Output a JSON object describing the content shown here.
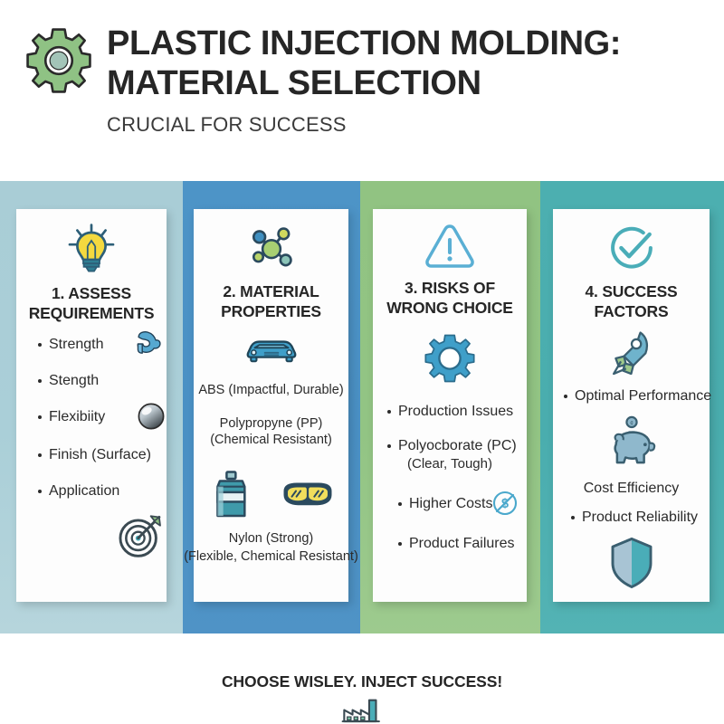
{
  "header": {
    "gear_icon": "gear-icon",
    "title_line1": "PLASTIC INJECTION MOLDING:",
    "title_line2": "MATERIAL SELECTION",
    "subtitle": "CRUCIAL FOR SUCCESS"
  },
  "colors": {
    "band1": "#a9cdd6",
    "band2": "#4d94c7",
    "band3": "#91c382",
    "band4": "#4cafb0",
    "card": "#fdfdfd",
    "text": "#262626",
    "accent_teal": "#4cafb0",
    "accent_blue": "#4d94c7",
    "accent_green": "#91c382",
    "accent_yellow": "#f2d84b"
  },
  "columns": [
    {
      "number": "1.",
      "heading_line1": "1. ASSESS",
      "heading_line2": "REQUIREMENTS",
      "top_icon": "lightbulb-icon",
      "items": [
        {
          "label": "Strength",
          "icon": "flexed-bicep-icon"
        },
        {
          "label": "Stength",
          "icon": null
        },
        {
          "label": "Flexibiity",
          "icon": "polished-sphere-icon"
        },
        {
          "label": "Finish (Surface)",
          "icon": null
        },
        {
          "label": "Application",
          "icon": null
        }
      ],
      "bottom_icon": "target-arrow-icon"
    },
    {
      "number": "2.",
      "heading_line1": "2. MATERIAL",
      "heading_line2": "PROPERTIES",
      "top_icon": "molecule-icon",
      "mid_icon": "car-icon",
      "texts": [
        "ABS (Impactful, Durable)",
        "Polypropyne (PP)",
        "(Chemical Resistant)"
      ],
      "lower_icons": [
        "chemical-bottle-icon",
        "safety-goggles-icon"
      ],
      "bottom_texts": [
        "Nylon (Strong)",
        "(Flexible, Chemical Resistant)"
      ]
    },
    {
      "number": "3.",
      "heading_line1": "3. RISKS OF",
      "heading_line2": "WRONG CHOICE",
      "top_icon": "warning-triangle-icon",
      "mid_icon": "gear-icon",
      "items": [
        {
          "label": "Production Issues",
          "icon": null
        },
        {
          "label": "Polyocborate (PC)",
          "icon": null
        },
        {
          "label": "(Clear, Tough)",
          "icon": null,
          "no_bullet": true
        },
        {
          "label": "Higher Costs",
          "icon": "no-money-icon"
        },
        {
          "label": "Product Failures",
          "icon": null
        }
      ]
    },
    {
      "number": "4.",
      "heading_line1": "4. SUCCESS",
      "heading_line2": "FACTORS",
      "top_icon": "check-circle-icon",
      "items": [
        {
          "label": "Optimal Performance",
          "icon": "rocket-icon"
        },
        {
          "label": "Cost Efficiency",
          "icon": "piggy-bank-icon",
          "no_bullet": true
        },
        {
          "label": "Product Reliability",
          "icon": "shield-icon"
        }
      ]
    }
  ],
  "footer": {
    "tagline": "CHOOSE WISLEY. INJECT SUCCESS!",
    "icon": "factory-icon"
  }
}
